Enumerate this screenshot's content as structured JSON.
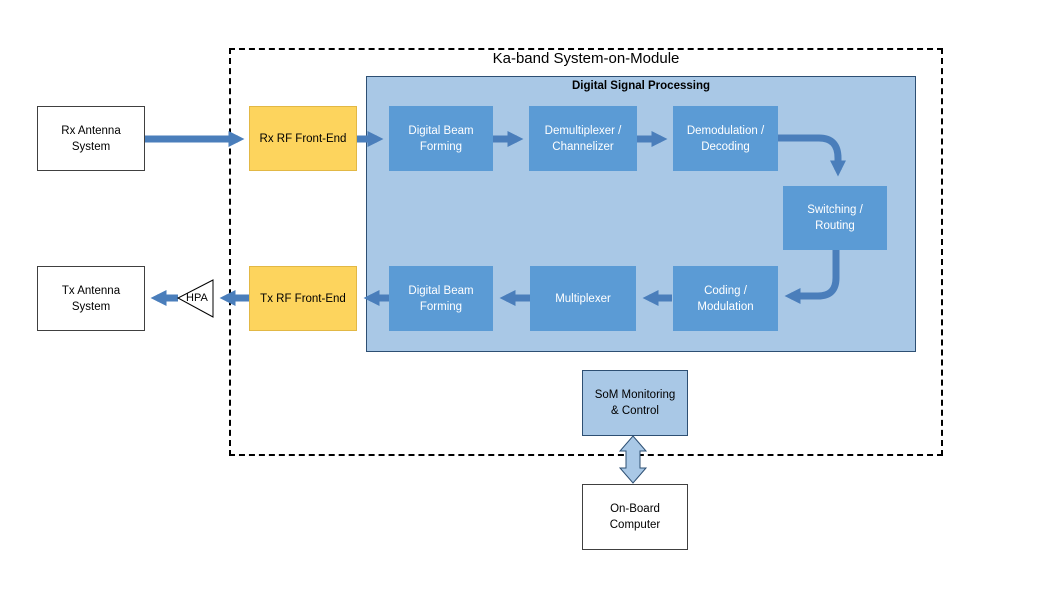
{
  "som": {
    "title": "Ka-band System-on-Module"
  },
  "dsp": {
    "title": "Digital Signal Processing"
  },
  "blocks": {
    "rx_antenna": "Rx Antenna\nSystem",
    "tx_antenna": "Tx Antenna\nSystem",
    "rx_rf": "Rx RF Front-End",
    "tx_rf": "Tx RF Front-End",
    "dbf_rx": "Digital Beam\nForming",
    "demux": "Demultiplexer /\nChannelizer",
    "demod": "Demodulation /\nDecoding",
    "switching": "Switching /\nRouting",
    "coding": "Coding /\nModulation",
    "mux": "Multiplexer",
    "dbf_tx": "Digital Beam\nForming",
    "monitoring": "SoM Monitoring\n& Control",
    "obc": "On-Board\nComputer"
  },
  "hpa": {
    "label": "HPA"
  },
  "colors": {
    "arrow": "#4a7ebb",
    "block_blue": "#5b9bd5",
    "dsp_background": "#a9c8e6",
    "rf_yellow": "#fdd45d"
  }
}
